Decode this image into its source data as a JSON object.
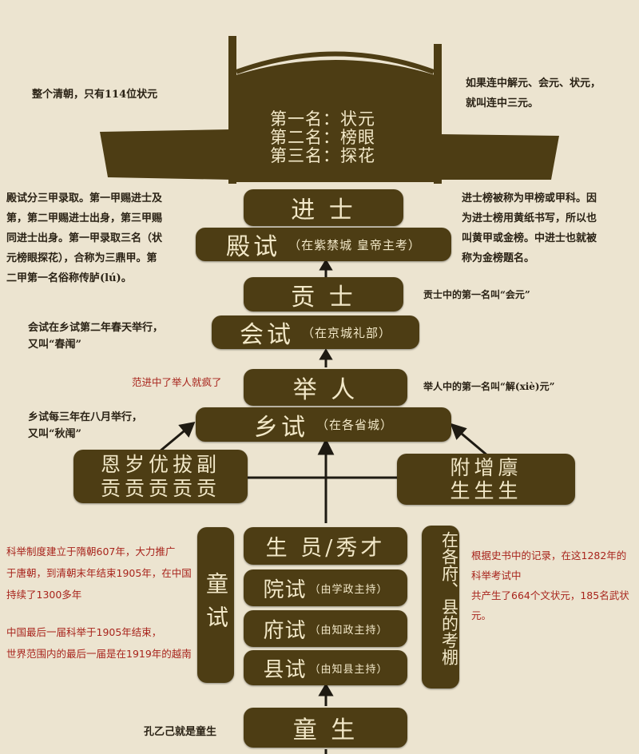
{
  "top": {
    "ranks": [
      "第一名：状元",
      "第二名：榜眼",
      "第三名：探花"
    ],
    "note_left": "整个清朝，只有114位状元",
    "note_right": [
      "如果连中解元、会元、状元，",
      "就叫连中三元。"
    ]
  },
  "levels": {
    "jinshi": "进 士",
    "dianshi": {
      "title": "殿试",
      "sub": "（在紫禁城 皇帝主考）"
    },
    "gongshi": "贡 士",
    "huishi": {
      "title": "会试",
      "sub": "（在京城礼部）"
    },
    "juren": "举 人",
    "xiangshi": {
      "title": "乡试",
      "sub": "（在各省城）"
    },
    "gong_left": [
      "恩岁优拔副",
      "贡贡贡贡贡"
    ],
    "sheng_right": [
      "附增廪",
      "生生生"
    ],
    "shengyuan": "生 员/秀才",
    "yuanshi": {
      "title": "院试",
      "sub": "（由学政主持）"
    },
    "fushi": {
      "title": "府试",
      "sub": "（由知政主持）"
    },
    "xianshi": {
      "title": "县试",
      "sub": "（由知县主持）"
    },
    "tongshi": "童试",
    "kaopeng": "在各府、县的考棚",
    "tongsheng": "童 生"
  },
  "notes": {
    "dianshi_left": [
      "殿试分三甲录取。第一甲赐进士及",
      "第，第二甲赐进士出身，第三甲赐",
      "同进士出身。第一甲录取三名（状",
      "元榜眼探花），合称为三鼎甲。第",
      "二甲第一名俗称传胪(lú)。"
    ],
    "jinshi_right": [
      "进士榜被称为甲榜或甲科。因",
      "为进士榜用黄纸书写，所以也",
      "叫黄甲或金榜。中进士也就被",
      "称为金榜题名。"
    ],
    "gongshi_right": "贡士中的第一名叫“会元”",
    "huishi_left": [
      "会试在乡试第二年春天举行，",
      "又叫“春闱”"
    ],
    "fanjin": "范进中了举人就疯了",
    "juren_right": "举人中的第一名叫“解(xiè)元”",
    "xiangshi_left": [
      "乡试每三年在八月举行，",
      "又叫“秋闱”"
    ],
    "history_left": [
      "科举制度建立于隋朝607年，大力推广",
      "于唐朝，到清朝末年结束1905年，在中国",
      "持续了1300多年",
      "",
      "中国最后一届科举于1905年结束，",
      "世界范围内的最后一届是在1919年的越南"
    ],
    "history_right": [
      "根据史书中的记录，在这1282年的",
      "科举考试中",
      "共产生了664个文状元，185名武状元。"
    ],
    "kong": "孔乙己就是童生"
  },
  "colors": {
    "background": "#ece4d0",
    "box": "#4d3d14",
    "box_text": "#f2e8c8",
    "red_note": "#a8241c"
  }
}
